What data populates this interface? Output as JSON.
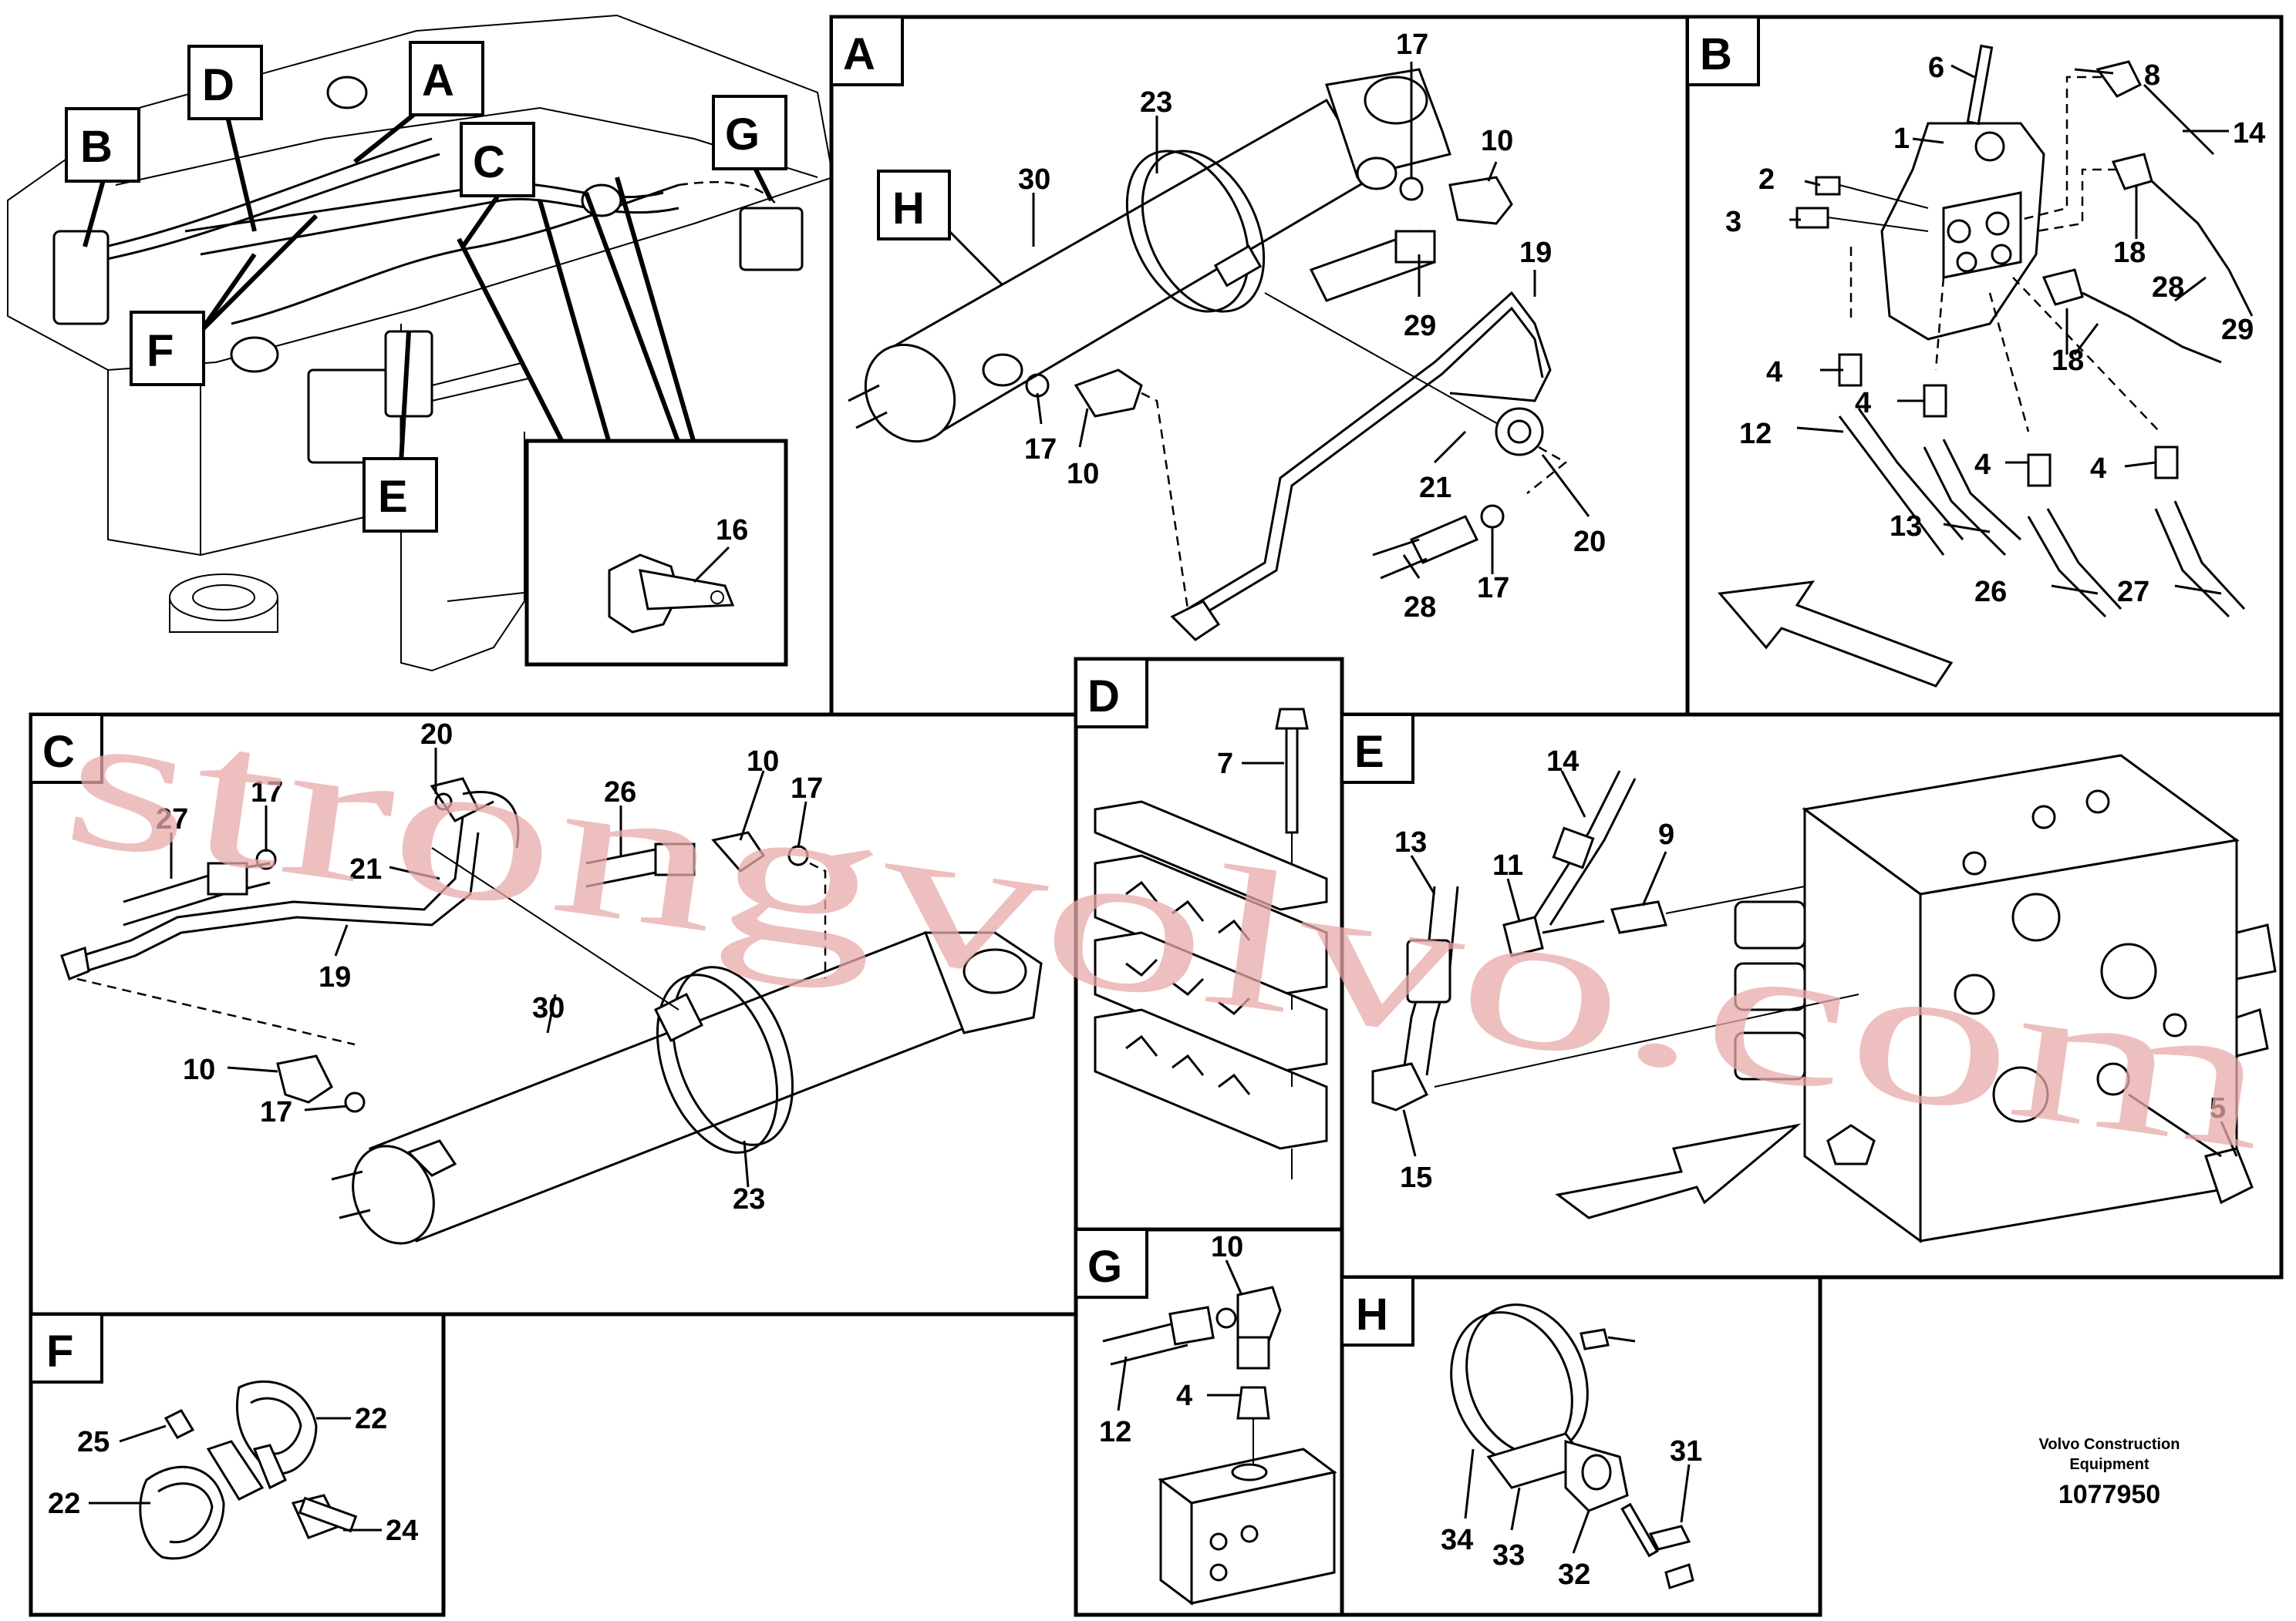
{
  "panels": {
    "A": {
      "label": "A",
      "numbers": [
        "17",
        "23",
        "10",
        "30",
        "19",
        "29",
        "17",
        "10",
        "21",
        "20",
        "28",
        "17"
      ],
      "sub_label": "H"
    },
    "B": {
      "label": "B",
      "numbers": [
        "6",
        "8",
        "1",
        "14",
        "2",
        "3",
        "18",
        "29",
        "28",
        "18",
        "4",
        "4",
        "12",
        "4",
        "4",
        "13",
        "26",
        "27"
      ]
    },
    "C": {
      "label": "C",
      "numbers": [
        "20",
        "17",
        "27",
        "21",
        "26",
        "10",
        "17",
        "19",
        "30",
        "10",
        "17",
        "23"
      ]
    },
    "D": {
      "label": "D",
      "numbers": [
        "7"
      ]
    },
    "E": {
      "label": "E",
      "numbers": [
        "14",
        "13",
        "11",
        "9",
        "15",
        "5"
      ]
    },
    "F": {
      "label": "F",
      "numbers": [
        "22",
        "25",
        "22",
        "24"
      ]
    },
    "G": {
      "label": "G",
      "numbers": [
        "10",
        "4",
        "12"
      ]
    },
    "H": {
      "label": "H",
      "numbers": [
        "31",
        "34",
        "33",
        "32"
      ]
    },
    "overview": {
      "labels": [
        "B",
        "D",
        "A",
        "C",
        "G",
        "F",
        "E"
      ],
      "detail_number": "16"
    }
  },
  "footer": {
    "company": "Volvo Construction",
    "company_line2": "Equipment",
    "drawing_id": "1077950"
  },
  "watermark": "strongvolvo.com"
}
